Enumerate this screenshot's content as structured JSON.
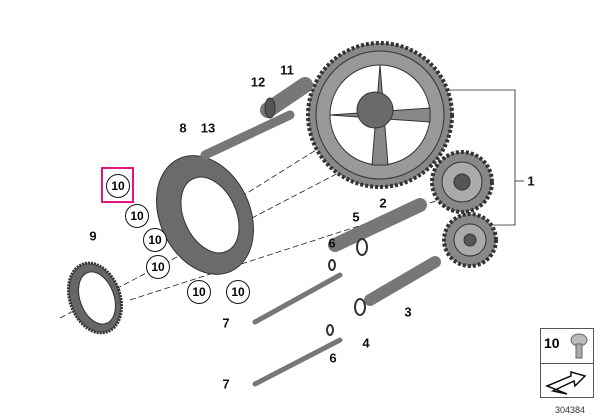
{
  "callouts": {
    "l1": "1",
    "l2": "2",
    "l3": "3",
    "l4": "4",
    "l5": "5",
    "l6a": "6",
    "l6b": "6",
    "l7a": "7",
    "l7b": "7",
    "l8": "8",
    "l9": "9",
    "l11": "11",
    "l12": "12",
    "l13": "13",
    "l10": [
      "10",
      "10",
      "10",
      "10",
      "10",
      "10"
    ]
  },
  "legend": {
    "part_number": "10"
  },
  "diagram_number": "304384",
  "colors": {
    "highlight": "#e0177f",
    "part": "#6b6b6b"
  }
}
